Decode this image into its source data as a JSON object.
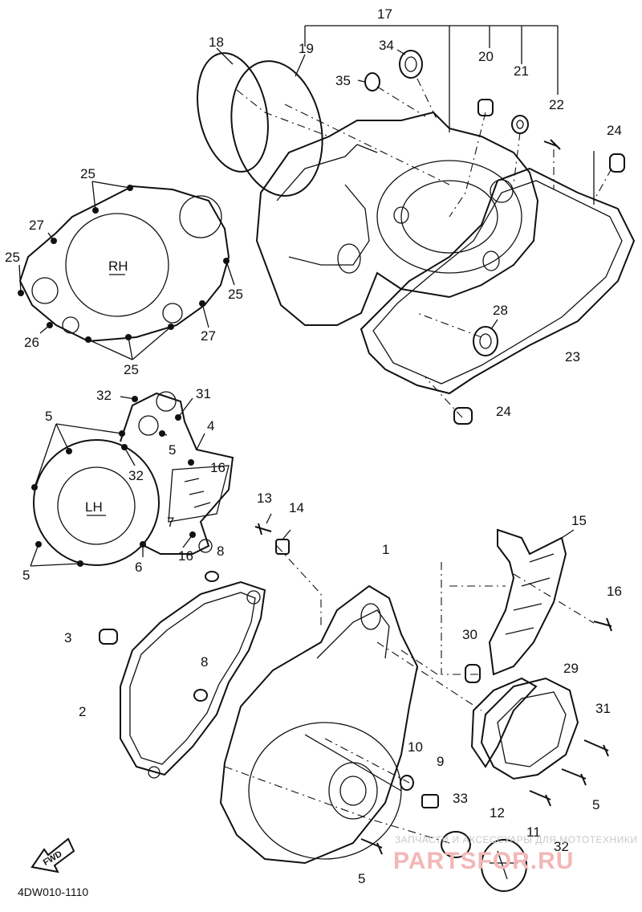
{
  "diagram": {
    "part_code": "4DW010-1110",
    "fwd_label": "FWD",
    "rh_label": "RH",
    "lh_label": "LH",
    "callouts": [
      {
        "id": "c17",
        "text": "17"
      },
      {
        "id": "c18",
        "text": "18"
      },
      {
        "id": "c19",
        "text": "19"
      },
      {
        "id": "c34",
        "text": "34"
      },
      {
        "id": "c35",
        "text": "35"
      },
      {
        "id": "c20",
        "text": "20"
      },
      {
        "id": "c21",
        "text": "21"
      },
      {
        "id": "c22",
        "text": "22"
      },
      {
        "id": "c24a",
        "text": "24"
      },
      {
        "id": "c25a",
        "text": "25"
      },
      {
        "id": "c27a",
        "text": "27"
      },
      {
        "id": "c25b",
        "text": "25"
      },
      {
        "id": "c25c",
        "text": "25"
      },
      {
        "id": "c26",
        "text": "26"
      },
      {
        "id": "c27b",
        "text": "27"
      },
      {
        "id": "c25d",
        "text": "25"
      },
      {
        "id": "c28",
        "text": "28"
      },
      {
        "id": "c23",
        "text": "23"
      },
      {
        "id": "c24b",
        "text": "24"
      },
      {
        "id": "c32a",
        "text": "32"
      },
      {
        "id": "c31a",
        "text": "31"
      },
      {
        "id": "c5a",
        "text": "5"
      },
      {
        "id": "c4",
        "text": "4"
      },
      {
        "id": "c5b",
        "text": "5"
      },
      {
        "id": "c16a",
        "text": "16"
      },
      {
        "id": "c32b",
        "text": "32"
      },
      {
        "id": "c7",
        "text": "7"
      },
      {
        "id": "c5c",
        "text": "5"
      },
      {
        "id": "c6",
        "text": "6"
      },
      {
        "id": "c16b",
        "text": "16"
      },
      {
        "id": "c8a",
        "text": "8"
      },
      {
        "id": "c13",
        "text": "13"
      },
      {
        "id": "c14",
        "text": "14"
      },
      {
        "id": "c1",
        "text": "1"
      },
      {
        "id": "c15",
        "text": "15"
      },
      {
        "id": "c16c",
        "text": "16"
      },
      {
        "id": "c3",
        "text": "3"
      },
      {
        "id": "c8b",
        "text": "8"
      },
      {
        "id": "c30",
        "text": "30"
      },
      {
        "id": "c29",
        "text": "29"
      },
      {
        "id": "c2",
        "text": "2"
      },
      {
        "id": "c31b",
        "text": "31"
      },
      {
        "id": "c10",
        "text": "10"
      },
      {
        "id": "c9",
        "text": "9"
      },
      {
        "id": "c33",
        "text": "33"
      },
      {
        "id": "c5d",
        "text": "5"
      },
      {
        "id": "c12",
        "text": "12"
      },
      {
        "id": "c11",
        "text": "11"
      },
      {
        "id": "c32c",
        "text": "32"
      },
      {
        "id": "c5e",
        "text": "5"
      }
    ]
  },
  "watermark": {
    "top_line": "ЗАПЧАСТИ И АКСЕССУАРЫ ДЛЯ МОТОТЕХНИКИ",
    "brand": "PARTSFOR.RU"
  },
  "colors": {
    "ink": "#111111",
    "watermark_red": "#f3b7b7",
    "watermark_gray": "#c9c9c9"
  }
}
